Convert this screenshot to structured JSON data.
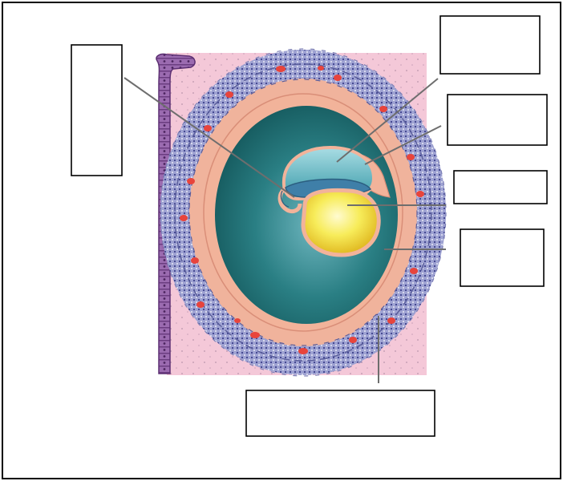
{
  "diagram": {
    "colors": {
      "tissue_background": "#f4c8d8",
      "tissue_speckle": "#b88aa8",
      "uterine_epithelium": "#8a5a9e",
      "villus_fill": "#8f93c8",
      "villus_speckle": "#3c3f8c",
      "blood_lacunae": "#e8443c",
      "mesoderm": "#f2b39a",
      "chorionic_cavity": "#1f6f72",
      "amniotic_cavity": "#5ab9c4",
      "yolk_sac": "#f7e84a",
      "frame": "#000000"
    },
    "labels": [
      {
        "id": "embryonic-disc",
        "text": ""
      },
      {
        "id": "amniotic-cavity",
        "text": ""
      },
      {
        "id": "connecting-stalk",
        "text": ""
      },
      {
        "id": "yolk-sac",
        "text": ""
      },
      {
        "id": "extraembryonic-mesoderm",
        "text": ""
      },
      {
        "id": "chorionic-villi",
        "text": ""
      }
    ]
  }
}
